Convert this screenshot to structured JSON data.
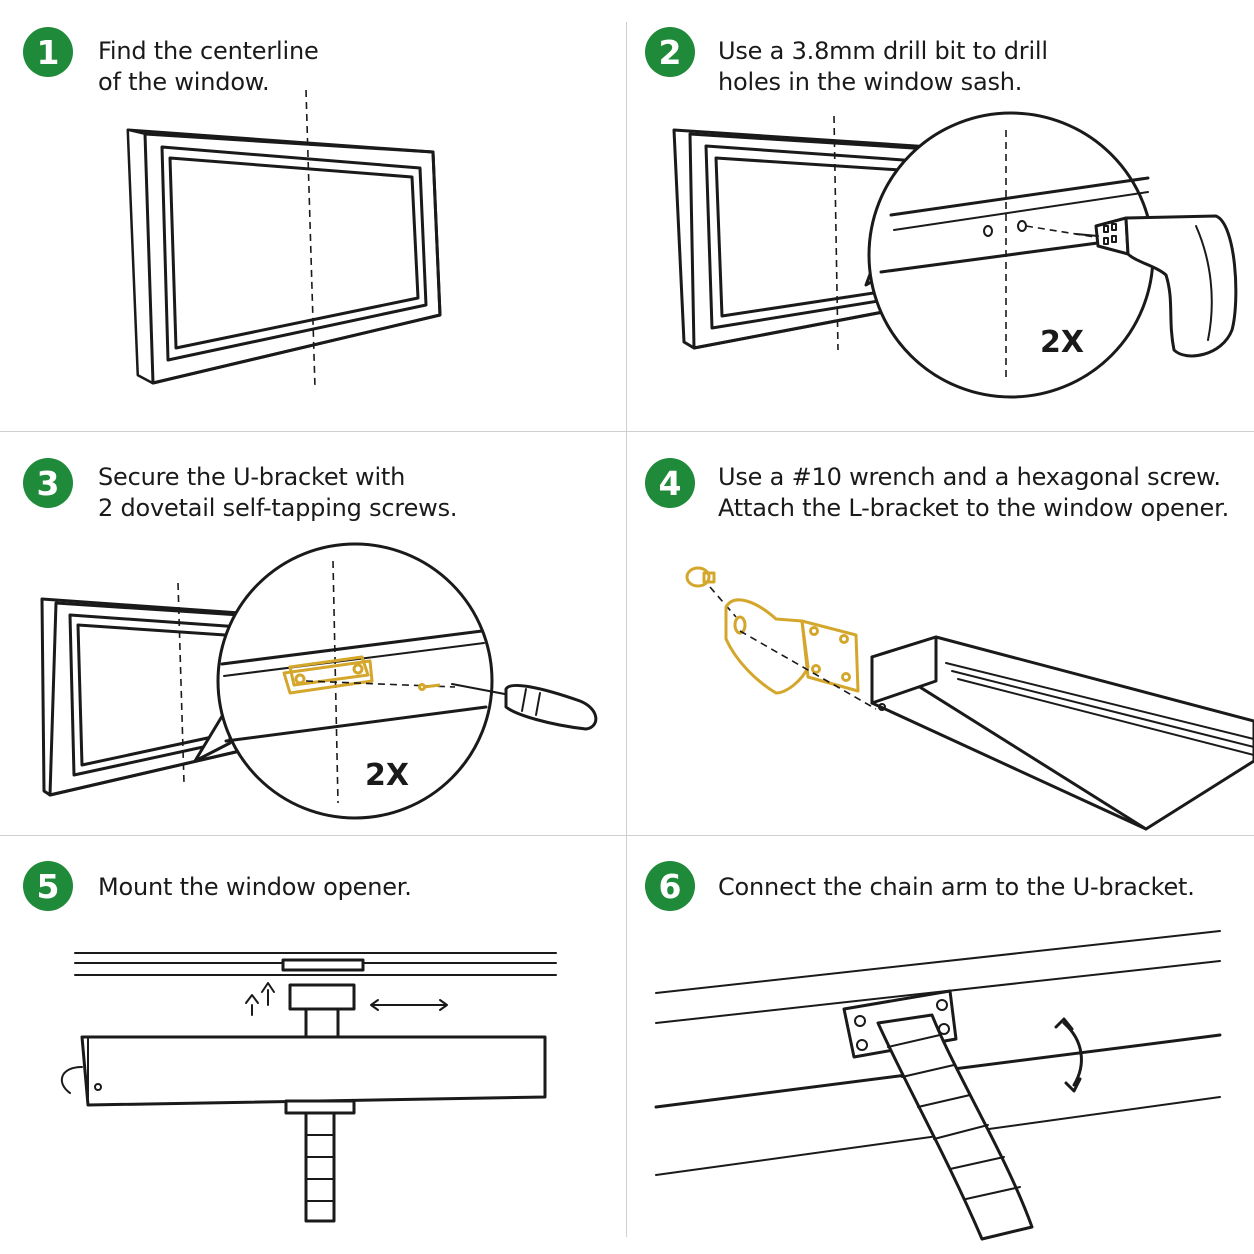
{
  "accent_color": "#1f8a3a",
  "hardware_color": "#d4a72c",
  "steps": [
    {
      "number": "1",
      "lines": [
        "Find the centerline",
        "of the window."
      ]
    },
    {
      "number": "2",
      "lines": [
        "Use a 3.8mm drill bit to drill",
        "holes in the window sash."
      ],
      "multiplier": "2X"
    },
    {
      "number": "3",
      "lines": [
        "Secure the U-bracket with",
        "2 dovetail self-tapping screws."
      ],
      "multiplier": "2X"
    },
    {
      "number": "4",
      "lines": [
        "Use a #10 wrench and a hexagonal screw.",
        "Attach the L-bracket to the window opener."
      ]
    },
    {
      "number": "5",
      "lines": [
        "Mount the window opener."
      ]
    },
    {
      "number": "6",
      "lines": [
        "Connect the chain arm to the U-bracket."
      ]
    }
  ]
}
